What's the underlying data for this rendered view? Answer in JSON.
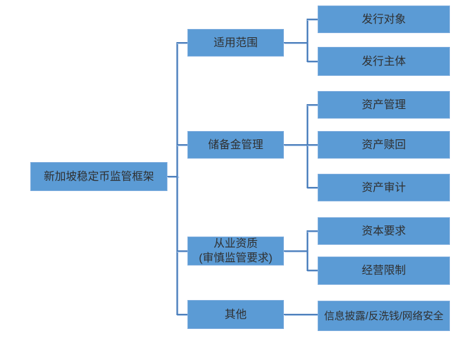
{
  "diagram": {
    "title": "Singapore stablecoin regulatory framework tree",
    "root": {
      "label": "新加坡稳定币监管框架"
    },
    "branches": [
      {
        "label": "适用范围",
        "children": [
          {
            "label": "发行对象"
          },
          {
            "label": "发行主体"
          }
        ]
      },
      {
        "label": "储备金管理",
        "children": [
          {
            "label": "资产管理"
          },
          {
            "label": "资产赎回"
          },
          {
            "label": "资产审计"
          }
        ]
      },
      {
        "label": "从业资质",
        "sublabel": "(审慎监管要求)",
        "children": [
          {
            "label": "资本要求"
          },
          {
            "label": "经营限制"
          }
        ]
      },
      {
        "label": "其他",
        "children": [
          {
            "label": "信息披露/反洗钱/网络安全"
          }
        ]
      }
    ],
    "colors": {
      "box_fill": "#5b9bd5",
      "box_border": "#7fadde",
      "connector": "#4f81bd",
      "connector_shadow": "#aec8e8",
      "text": "#2f2f2f",
      "background": "#ffffff"
    }
  }
}
